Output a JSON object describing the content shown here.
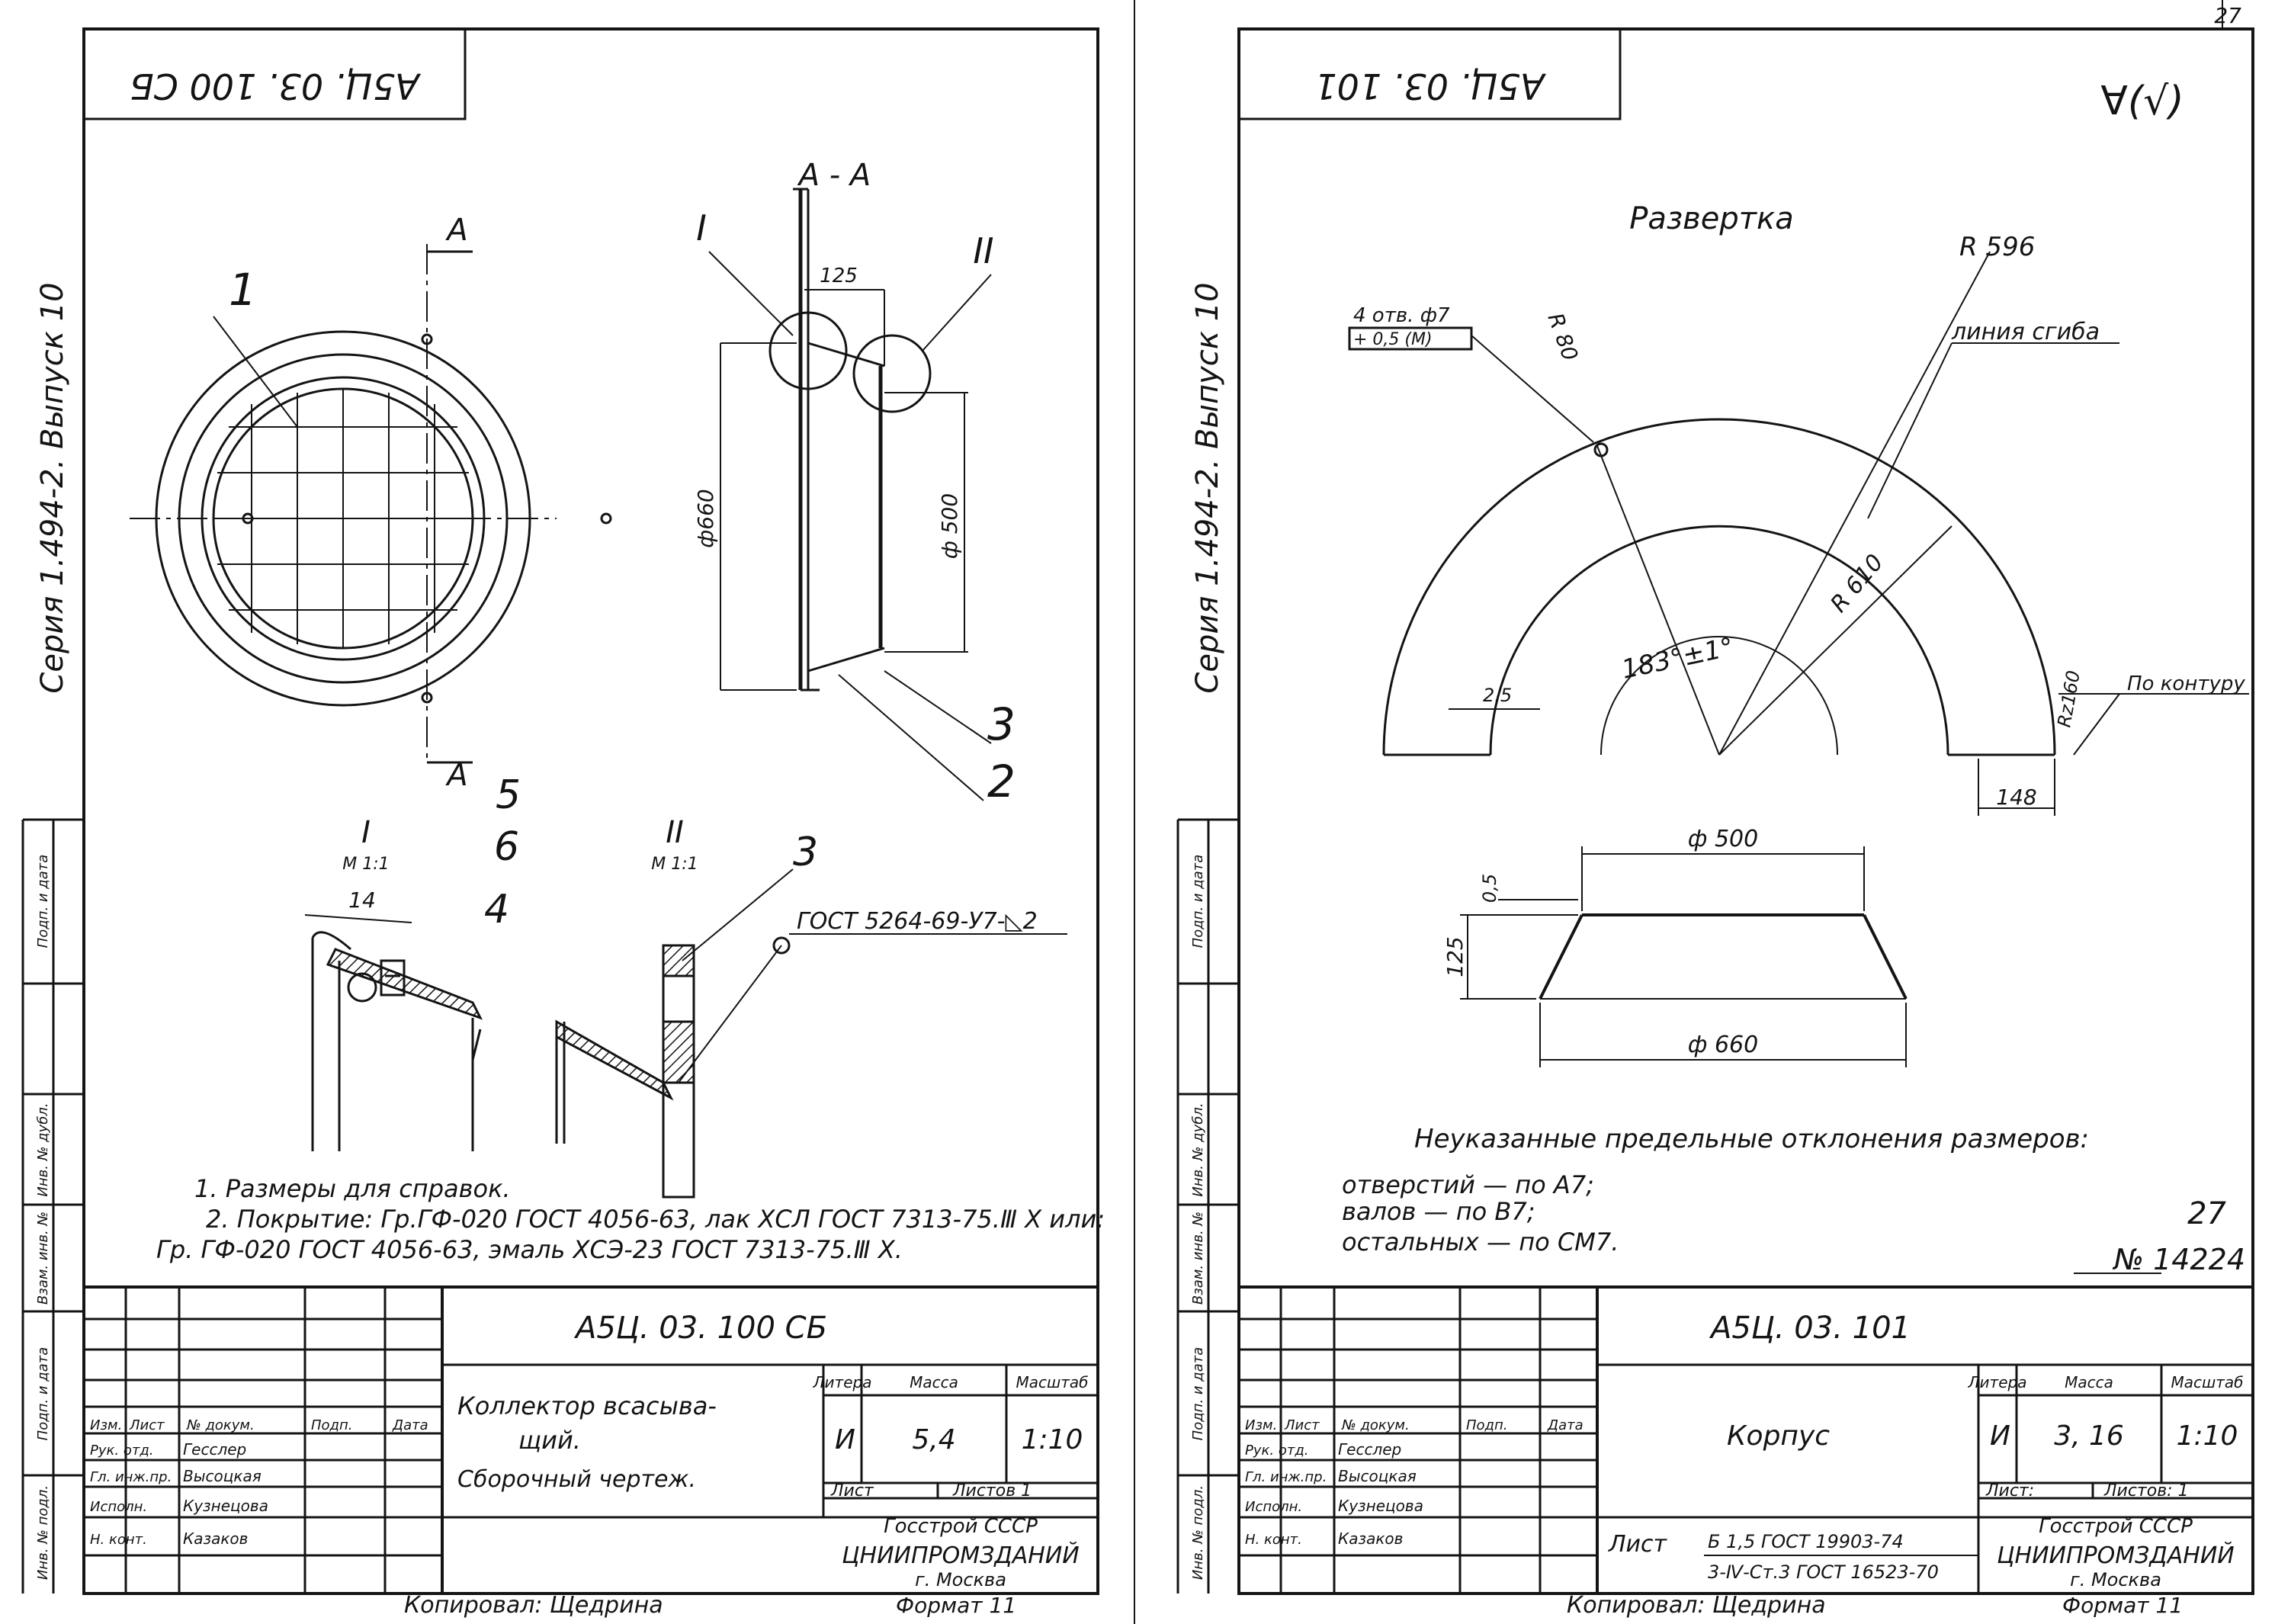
{
  "page_number": "27",
  "left_sheet": {
    "top_stamp": "А5Ц. 03. 100 СБ",
    "side_series": "Серия 1.494-2. Выпуск 10",
    "section_label": "А - А",
    "cut_label_top": "А",
    "cut_label_bottom": "А",
    "detail_i": "I",
    "detail_ii": "II",
    "callouts": [
      "1",
      "2",
      "3",
      "3",
      "4",
      "5",
      "6"
    ],
    "dim_125": "125",
    "dim_d660": "ф660",
    "dim_d500": "ф 500",
    "dim_14": "14",
    "detail_i_title": "I",
    "detail_i_scale": "М 1:1",
    "detail_ii_title": "II",
    "detail_ii_scale": "М 1:1",
    "weld_note": "ГОСТ 5264-69-У7-◺2",
    "notes": [
      "1. Размеры для справок.",
      "2. Покрытие: Гр.ГФ-020 ГОСТ 4056-63, лак ХСЛ ГОСТ 7313-75.Ⅲ Х или:",
      "Гр. ГФ-020 ГОСТ 4056-63, эмаль ХСЭ-23 ГОСТ 7313-75.Ⅲ Х."
    ],
    "title_block": {
      "designation": "А5Ц. 03. 100 СБ",
      "name_line1": "Коллектор всасыва-",
      "name_line2": "щий.",
      "name_line3": "Сборочный чертеж.",
      "col_litera": "Литера",
      "col_massa": "Масса",
      "col_masshtab": "Масштаб",
      "litera": "И",
      "massa": "5,4",
      "masshtab": "1:10",
      "list_label": "Лист",
      "listov_label": "Листов 1",
      "org1": "Госстрой СССР",
      "org2": "ЦНИИПРОМЗДАНИЙ",
      "org3": "г. Москва",
      "hdr_izm": "Изм.",
      "hdr_list": "Лист",
      "hdr_ndokum": "№ докум.",
      "hdr_podp": "Подп.",
      "hdr_data": "Дата",
      "roles": [
        "Рук. отд.",
        "Гл. инж.пр.",
        "Исполн.",
        "Н. конт."
      ],
      "people": [
        "Гесслер",
        "Высоцкая",
        "Кузнецова",
        "Казаков"
      ]
    },
    "stamp_column": [
      "Инв. № подл.",
      "Подп. и дата",
      "Взам. инв. №",
      "Инв. № дубл.",
      "Подп. и дата"
    ],
    "copied": "Копировал: Щедрина",
    "format": "Формат 11"
  },
  "right_sheet": {
    "top_stamp": "А5Ц. 03. 101",
    "roughness": "∀(√)",
    "side_series": "Серия 1.494-2. Выпуск 10",
    "development_title": "Развертка",
    "hole_note": "4 отв. ф7",
    "hole_tolerance": "+ 0,5 (М)",
    "r80": "R 80",
    "r596": "R 596",
    "bend_line": "линия сгиба",
    "r610": "R 610",
    "angle": "183°±1°",
    "dim_2_5": "2.5",
    "contour_note": "По контуру",
    "rz160": "Rz160",
    "dim_148": "148",
    "dim_d500": "ф 500",
    "dim_d660": "ф 660",
    "dim_125": "125",
    "dim_0_5": "0,5",
    "tolerance_title": "Неуказанные предельные отклонения размеров:",
    "tolerance_lines": [
      "отверстий  — по А7;",
      "валов  — по В7;",
      "остальных  — по СМ7."
    ],
    "inventory_number": "№ 14224",
    "page_mark": "27",
    "title_block": {
      "designation": "А5Ц. 03. 101",
      "name_line1": "Корпус",
      "col_litera": "Литера",
      "col_massa": "Масса",
      "col_masshtab": "Масштаб",
      "litera": "И",
      "massa": "3, 16",
      "masshtab": "1:10",
      "material_prefix": "Лист",
      "material_top": "Б 1,5 ГОСТ 19903-74",
      "material_bottom": "3-Ⅳ-Ст.3 ГОСТ 16523-70",
      "list_label": "Лист:",
      "listov_label": "Листов: 1",
      "org1": "Госстрой СССР",
      "org2": "ЦНИИПРОМЗДАНИЙ",
      "org3": "г. Москва",
      "hdr_izm": "Изм.",
      "hdr_list": "Лист",
      "hdr_ndokum": "№ докум.",
      "hdr_podp": "Подп.",
      "hdr_data": "Дата",
      "roles": [
        "Рук. отд.",
        "Гл. инж.пр.",
        "Исполн.",
        "Н. конт."
      ],
      "people": [
        "Гесслер",
        "Высоцкая",
        "Кузнецова",
        "Казаков"
      ]
    },
    "stamp_column": [
      "Инв. № подл.",
      "Подп. и дата",
      "Взам. инв. №",
      "Инв. № дубл.",
      "Подп. и дата"
    ],
    "copied": "Копировал: Щедрина",
    "format": "Формат 11"
  }
}
